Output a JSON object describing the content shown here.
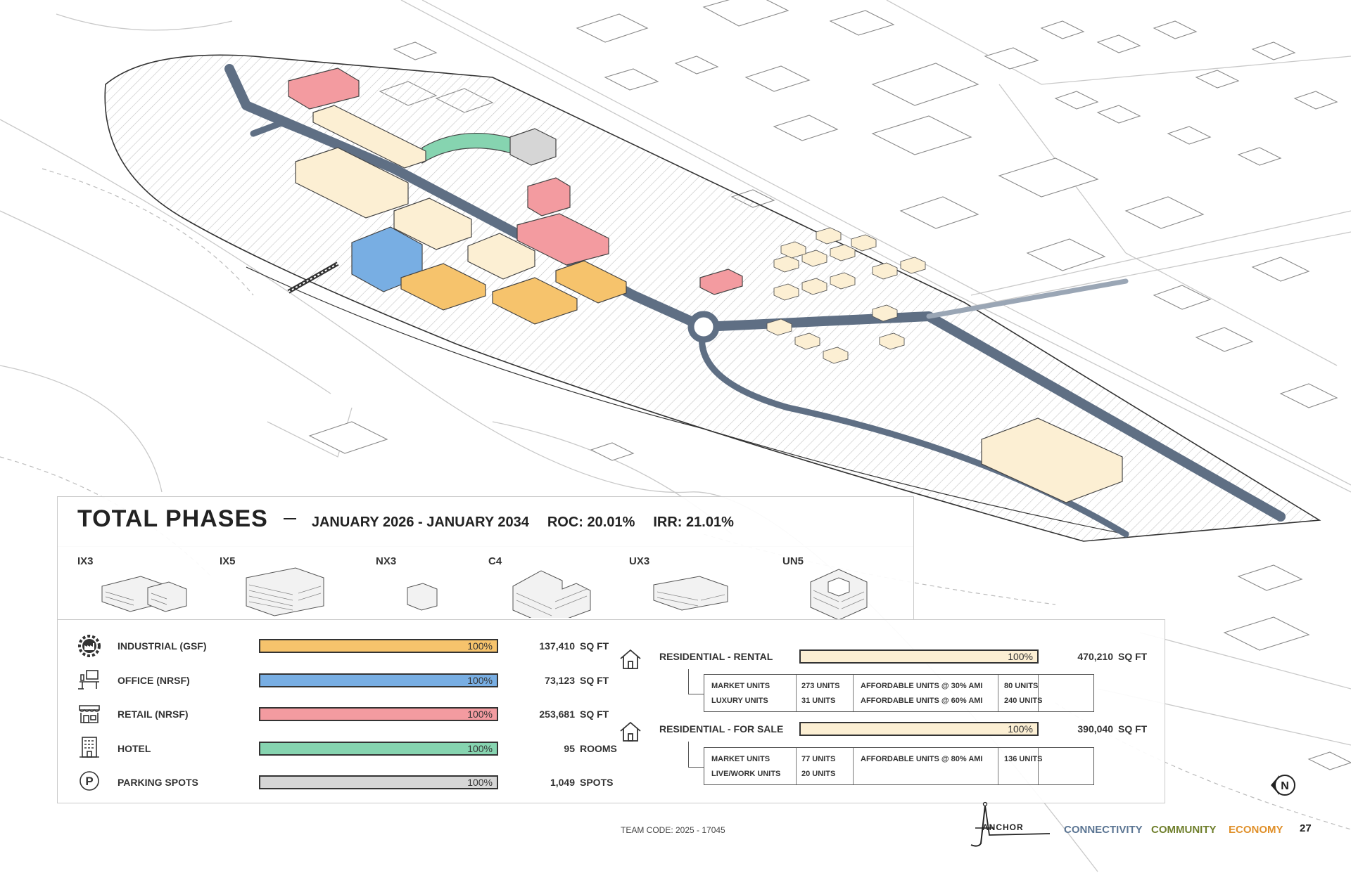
{
  "title": {
    "main": "TOTAL PHASES",
    "dates": "JANUARY 2026 - JANUARY 2034",
    "roc": "ROC: 20.01%",
    "irr": "IRR: 21.01%"
  },
  "building_types": [
    "IX3",
    "IX5",
    "NX3",
    "C4",
    "UX3",
    "UN5"
  ],
  "uses": [
    {
      "icon": "industrial-gear-icon",
      "label": "INDUSTRIAL (GSF)",
      "percent_text": "100%",
      "value": "137,410",
      "unit": "SQ FT",
      "color": "#f6c36c"
    },
    {
      "icon": "office-desk-icon",
      "label": "OFFICE (NRSF)",
      "percent_text": "100%",
      "value": "73,123",
      "unit": "SQ FT",
      "color": "#78aee3"
    },
    {
      "icon": "retail-storefront-icon",
      "label": "RETAIL (NRSF)",
      "percent_text": "100%",
      "value": "253,681",
      "unit": "SQ FT",
      "color": "#f39ba0"
    },
    {
      "icon": "hotel-building-icon",
      "label": "HOTEL",
      "percent_text": "100%",
      "value": "95",
      "unit": "ROOMS",
      "color": "#86d4b0"
    },
    {
      "icon": "parking-p-icon",
      "label": "PARKING SPOTS",
      "percent_text": "100%",
      "value": "1,049",
      "unit": "SPOTS",
      "color": "#d6d6d6"
    }
  ],
  "residential": [
    {
      "icon": "house-icon",
      "label": "RESIDENTIAL - RENTAL",
      "percent_text": "100%",
      "value": "470,210",
      "unit": "SQ FT",
      "color": "#fcefd3",
      "rows": [
        [
          "MARKET UNITS",
          "273 UNITS",
          "AFFORDABLE UNITS @ 30% AMI",
          "80 UNITS"
        ],
        [
          "LUXURY UNITS",
          "31 UNITS",
          "AFFORDABLE UNITS @ 60% AMI",
          "240 UNITS"
        ]
      ]
    },
    {
      "icon": "house-icon",
      "label": "RESIDENTIAL - FOR SALE",
      "percent_text": "100%",
      "value": "390,040",
      "unit": "SQ FT",
      "color": "#fcefd3",
      "rows": [
        [
          "MARKET UNITS",
          "77 UNITS",
          "AFFORDABLE UNITS @ 80% AMI",
          "136 UNITS"
        ],
        [
          "LIVE/WORK UNITS",
          "20 UNITS",
          "",
          ""
        ]
      ]
    }
  ],
  "footer": {
    "team_code": "TEAM CODE: 2025 - 17045",
    "logo_text": "ANCHOR",
    "tagline": [
      {
        "text": "CONNECTIVITY",
        "color": "#5b7593"
      },
      {
        "text": "COMMUNITY",
        "color": "#6f7f2c"
      },
      {
        "text": "ECONOMY",
        "color": "#e0902a"
      }
    ],
    "page_number": "27",
    "north_label": "N"
  },
  "colors": {
    "road": "#5f6f84",
    "site_hatch": "#bdbdbd",
    "building_outline": "#888888"
  }
}
